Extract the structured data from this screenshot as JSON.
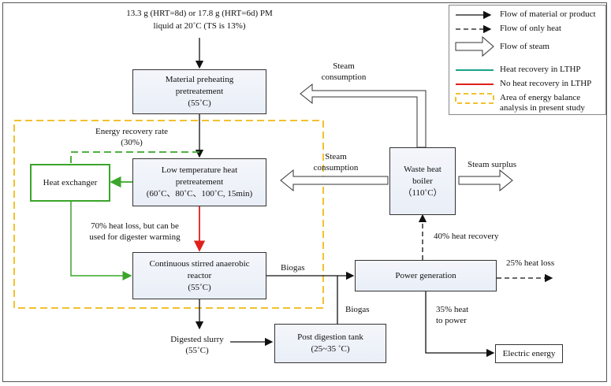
{
  "input": {
    "line1": "13.3 g (HRT=8d) or 17.8 g (HRT=6d) PM",
    "line2": "liquid at 20˚C (TS is 13%)"
  },
  "boxes": {
    "preheating": "Material preheating\npretreatement\n(55˚C)",
    "lthp": "Low temperature heat\npretreatement\n(60˚C、80˚C、100˚C, 15min)",
    "heat_exchanger": "Heat exchanger",
    "digester": "Continuous stirred anaerobic\nreactor\n(55˚C)",
    "boiler": "Waste heat\nboiler\n（110˚C）",
    "power": "Power generation",
    "post_digestion": "Post digestion tank\n(25~35 ˚C)",
    "electric": "Electric energy"
  },
  "labels": {
    "energy_recovery": "Energy recovery rate\n(30%)",
    "heat_loss_70": "70% heat loss, but can be\nused for digester warming",
    "steam_consumption_top": "Steam\nconsumption",
    "steam_consumption_mid": "Steam\nconsumption",
    "steam_surplus": "Steam surplus",
    "biogas_1": "Biogas",
    "biogas_2": "Biogas",
    "heat_recovery_40": "40% heat recovery",
    "heat_loss_25": "25% heat loss",
    "heat_to_power_35": "35% heat\nto power",
    "digested_slurry": "Digested slurry\n(55˚C)"
  },
  "legend": {
    "material_flow": "Flow of material or product",
    "heat_only": "Flow of only heat",
    "steam": "Flow of steam",
    "heat_recovery": "Heat recovery in LTHP",
    "no_heat_recovery": "No heat recovery in LTHP",
    "balance_area": "Area of energy balance\nanalysis in present study"
  },
  "colors": {
    "green": "#3aa52a",
    "red": "#e0201a",
    "teal": "#1aa38a",
    "yellow_dash": "#f2c12e",
    "line": "#111111"
  }
}
